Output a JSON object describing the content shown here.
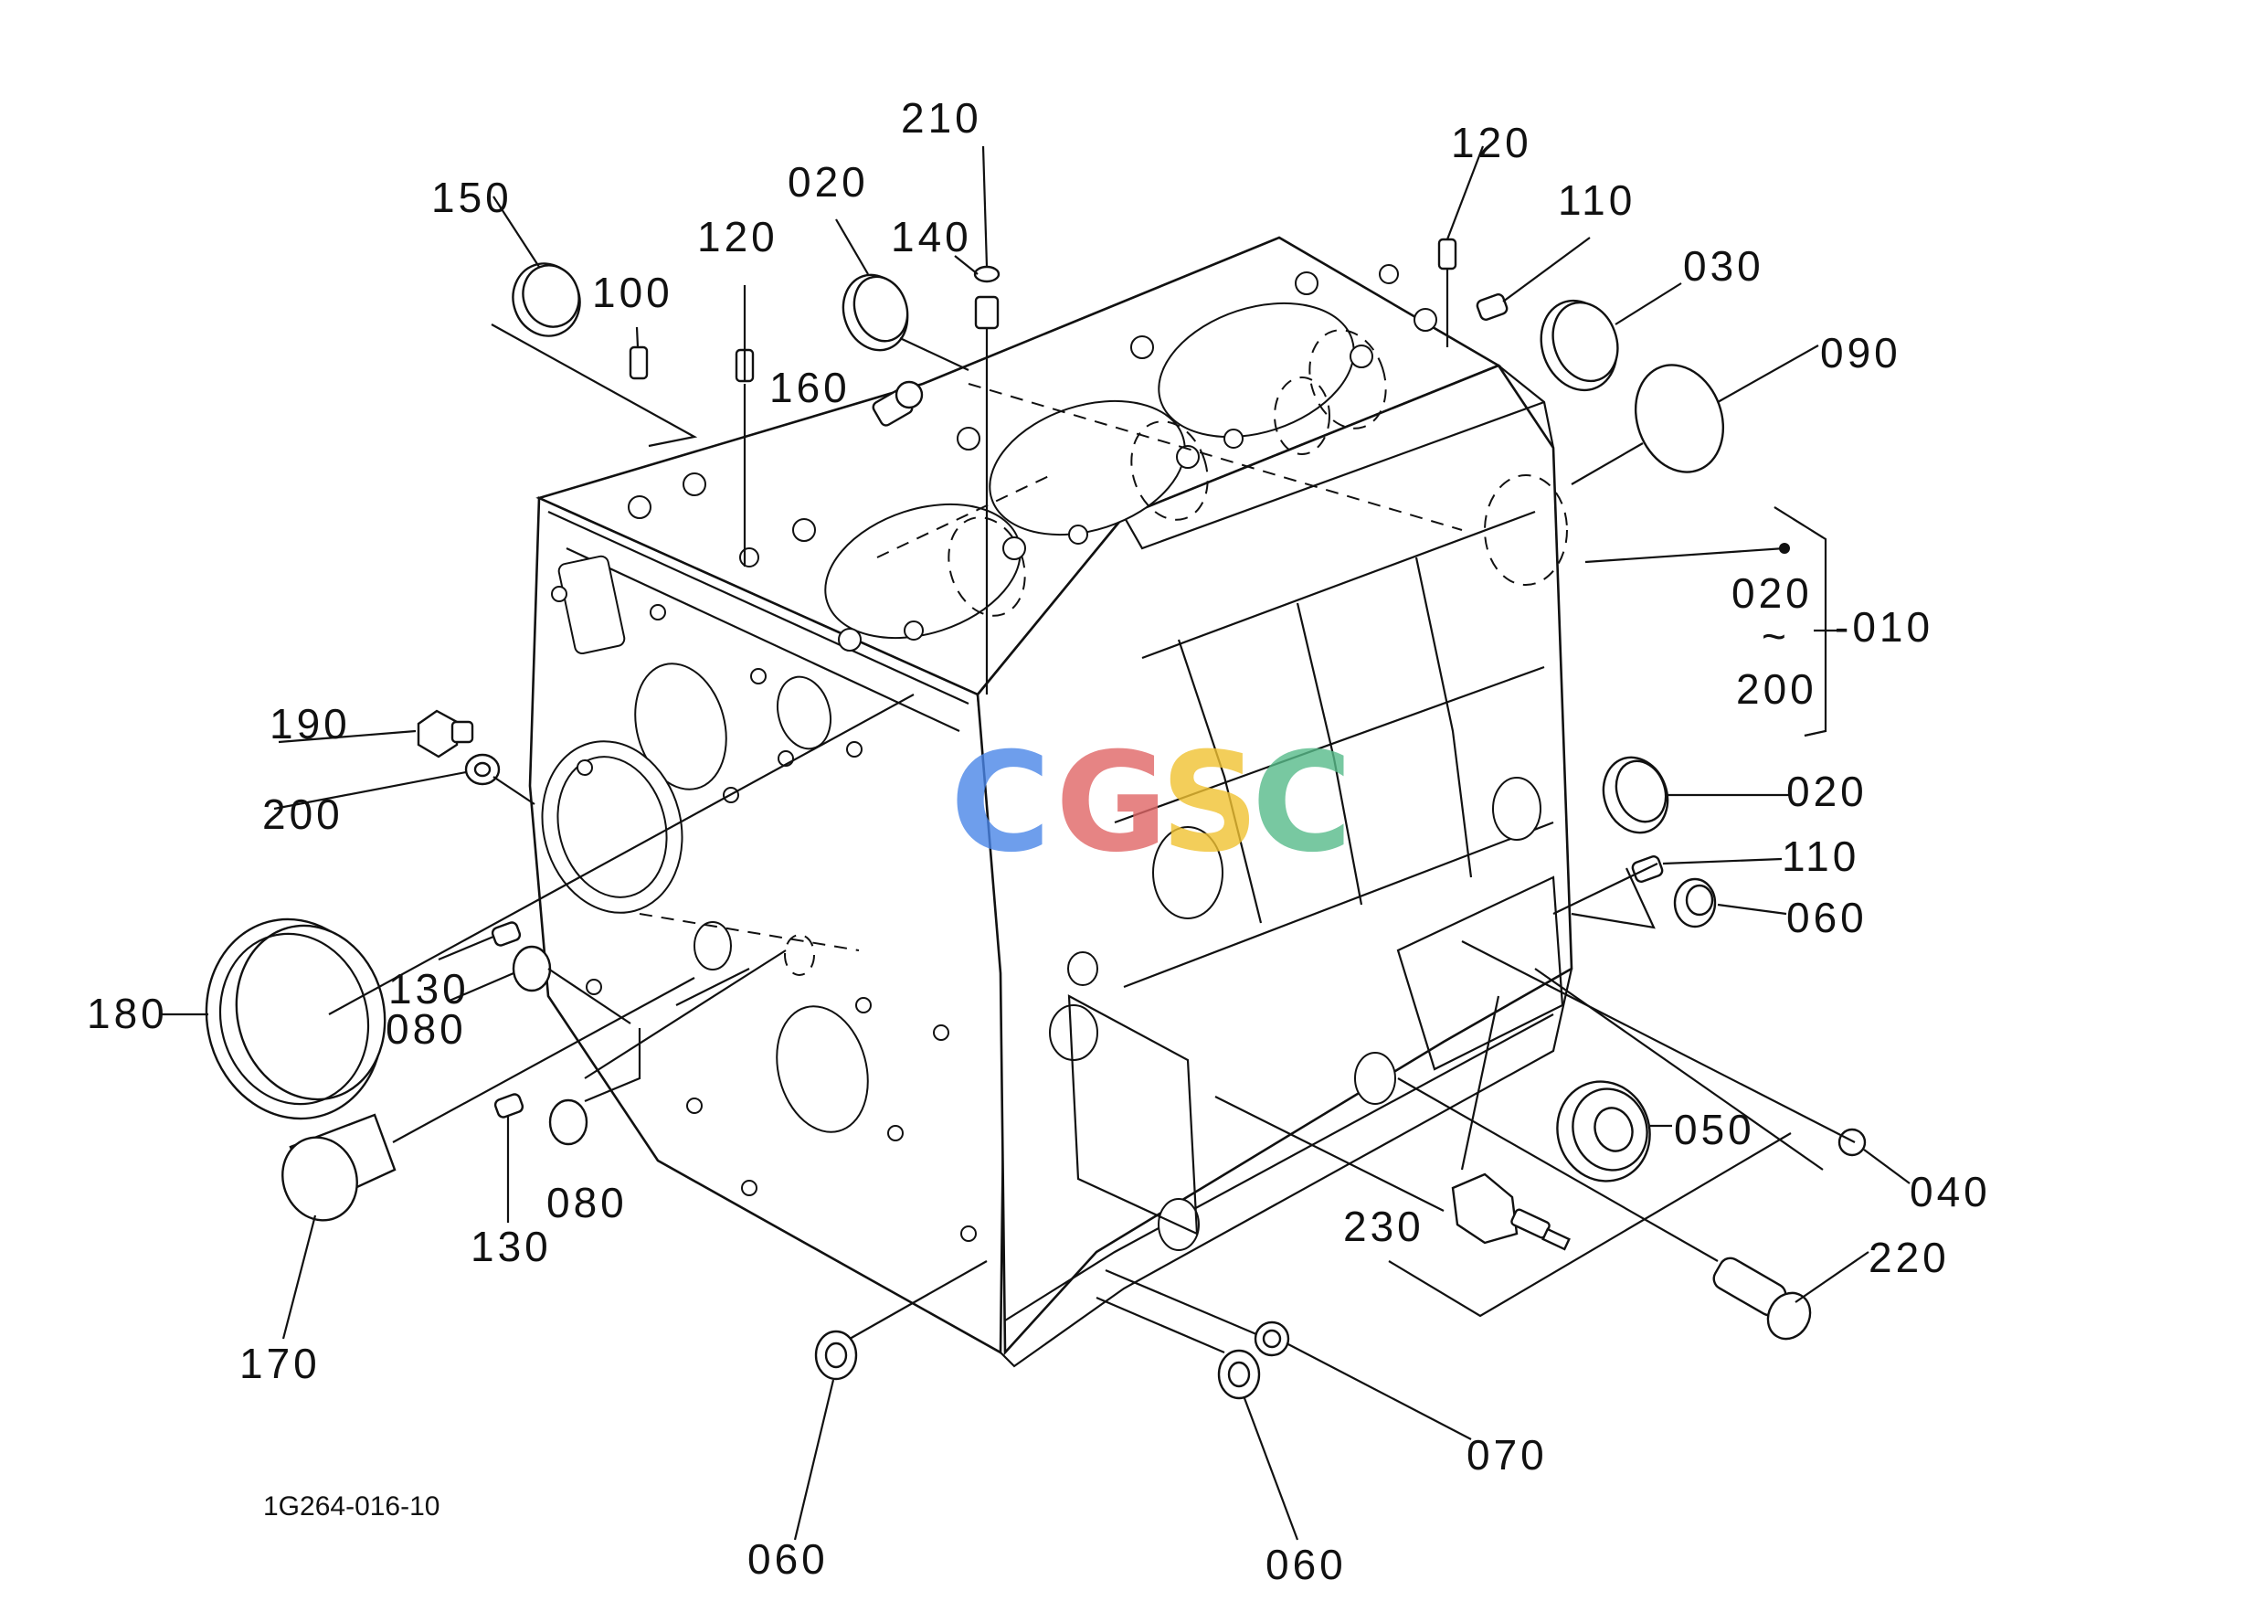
{
  "diagram": {
    "drawing_code": "1G264-016-10",
    "watermark": {
      "letters": [
        "C",
        "G",
        "S",
        "C"
      ],
      "colors": [
        "#4a86e8",
        "#e06666",
        "#f1c232",
        "#57bb8a"
      ]
    },
    "labels": {
      "p210": "210",
      "p150": "150",
      "p020_top": "020",
      "p140": "140",
      "p120_top": "120",
      "p100": "100",
      "p120_right": "120",
      "p110_top": "110",
      "p030": "030",
      "p090": "090",
      "p160": "160",
      "assy_from": "020",
      "assy_tilde": "~",
      "assy_to": "200",
      "p010": "-010",
      "p190": "190",
      "p200": "200",
      "p020_right": "020",
      "p110_right": "110",
      "p060_right": "060",
      "p180": "180",
      "p130_left": "130",
      "p080_left": "080",
      "p050": "050",
      "p040": "040",
      "p230": "230",
      "p220": "220",
      "p080_low": "080",
      "p130_low": "130",
      "p170": "170",
      "p070": "070",
      "p060_bottom_left": "060",
      "p060_bottom_right": "060"
    }
  }
}
